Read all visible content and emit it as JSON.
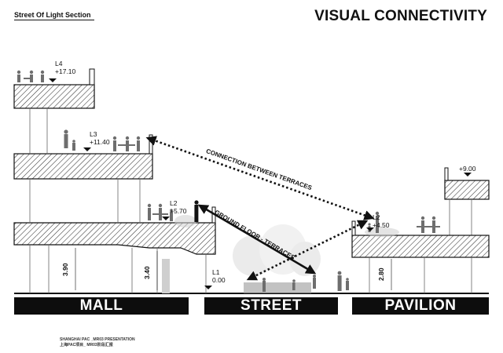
{
  "header": {
    "section_label": "Street Of Light Section",
    "title": "VISUAL CONNECTIVITY"
  },
  "zones": {
    "mall": "MALL",
    "street": "STREET",
    "pavilion": "PAVILION"
  },
  "levels": {
    "l4": {
      "name": "L4",
      "elevation": "+17.10"
    },
    "l3": {
      "name": "L3",
      "elevation": "+11.40"
    },
    "l2_mall": {
      "name": "L2",
      "elevation": "+5.70"
    },
    "l1": {
      "name": "L1",
      "elevation": "0.00"
    },
    "l2_pavilion": {
      "name": "L2",
      "elevation": "+4.50"
    },
    "pavilion_roof": {
      "elevation": "+9.00"
    }
  },
  "dimensions": {
    "mall_ground_left": "3.90",
    "mall_ground_right": "3.40",
    "pavilion_ground": "2.80"
  },
  "connections": {
    "terraces": "CONNECTION BETWEEN TERRACES",
    "ground_floor": "GROUND FLOOR - TERRACES"
  },
  "footer": {
    "line1": "SHANGHAI PAC _MR03 PRESENTATION",
    "line2": "上海PAC项目_ MR03阶段汇报"
  }
}
